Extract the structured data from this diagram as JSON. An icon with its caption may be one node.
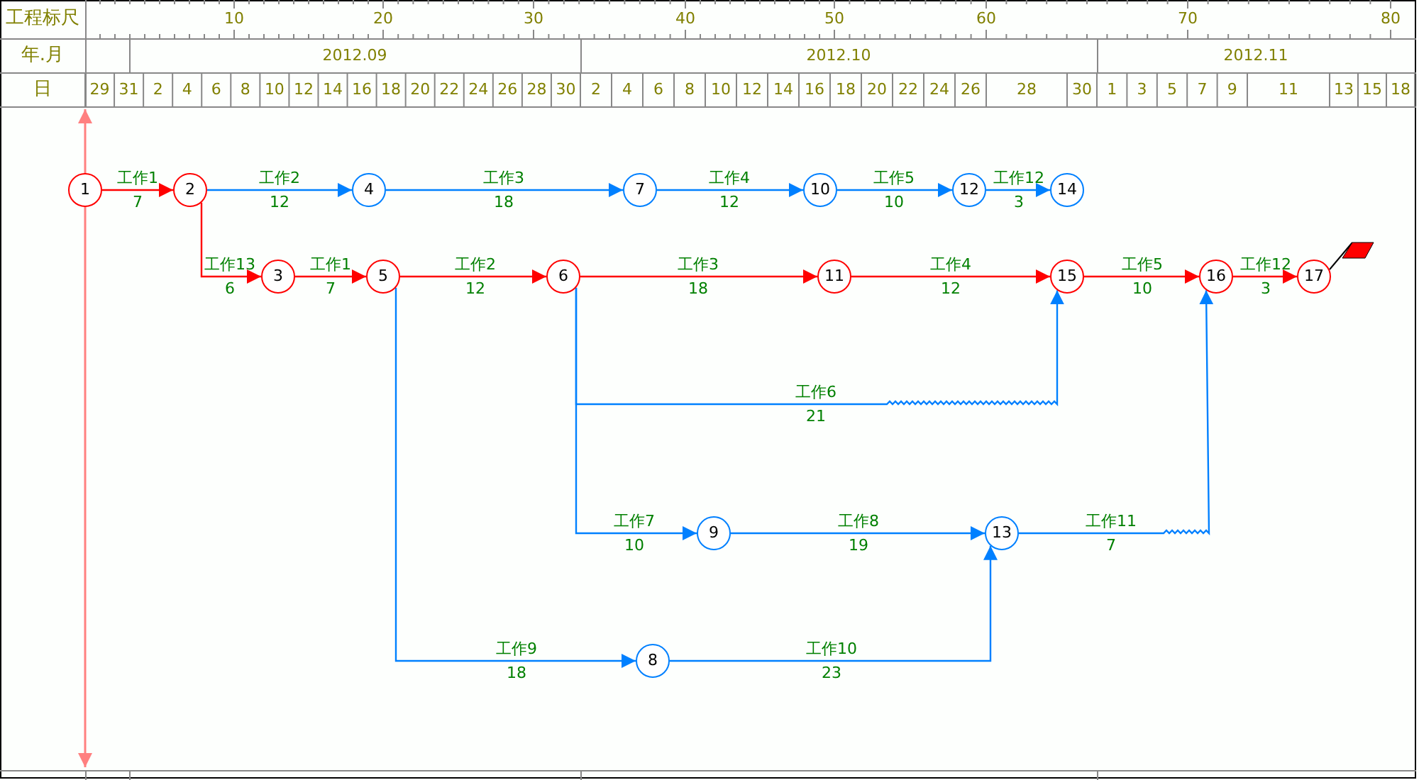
{
  "diagram": {
    "nodes": [
      {
        "text": [
          "1"
        ]
      },
      {
        "text": [
          "2"
        ]
      },
      {
        "text": [
          "3"
        ]
      },
      {
        "text": [
          "4"
        ]
      },
      {
        "text": [
          "5"
        ]
      },
      {
        "text": [
          "6"
        ]
      },
      {
        "text": [
          "7"
        ]
      },
      {
        "text": [
          "8"
        ]
      },
      {
        "text": [
          "9"
        ]
      },
      {
        "text": [
          "10"
        ]
      },
      {
        "text": [
          "11"
        ]
      },
      {
        "text": [
          "12"
        ]
      },
      {
        "text": [
          "13"
        ]
      },
      {
        "text": [
          "14"
        ]
      },
      {
        "text": [
          "15"
        ]
      },
      {
        "text": [
          "16"
        ]
      },
      {
        "text": [
          "17"
        ]
      }
    ],
    "edges": [
      {
        "from": 0,
        "to": 1,
        "arrow": "to",
        "label": "工作1 7",
        "color": "#ff0000"
      },
      {
        "from": 1,
        "to": 3,
        "arrow": "to",
        "label": "工作2 12"
      },
      {
        "from": 3,
        "to": 6,
        "arrow": "to",
        "label": "工作3 18"
      },
      {
        "from": 6,
        "to": 9,
        "arrow": "to",
        "label": "工作4 12"
      },
      {
        "from": 9,
        "to": 11,
        "arrow": "to",
        "label": "工作5 10"
      },
      {
        "from": 11,
        "to": 13,
        "arrow": "to",
        "label": "工作12 3"
      },
      {
        "from": 1,
        "to": 2,
        "arrow": "to",
        "label": "工作13 6",
        "color": "#ff0000"
      },
      {
        "from": 2,
        "to": 4,
        "arrow": "to",
        "label": "工作1 7",
        "color": "#ff0000"
      },
      {
        "from": 4,
        "to": 5,
        "arrow": "to",
        "label": "工作2 12",
        "color": "#ff0000"
      },
      {
        "from": 5,
        "to": 10,
        "arrow": "to",
        "label": "工作3 18",
        "color": "#ff0000"
      },
      {
        "from": 10,
        "to": 14,
        "arrow": "to",
        "label": "工作4 12",
        "color": "#ff0000"
      },
      {
        "from": 14,
        "to": 15,
        "arrow": "to",
        "label": "工作5 10",
        "color": "#ff0000"
      },
      {
        "from": 15,
        "to": 16,
        "arrow": "to",
        "label": "工作12 3",
        "color": "#ff0000"
      },
      {
        "from": 5,
        "to": 14,
        "arrow": "to",
        "label": "工作6 21"
      },
      {
        "from": 5,
        "to": 8,
        "arrow": "to",
        "label": "工作7 10"
      },
      {
        "from": 8,
        "to": 12,
        "arrow": "to",
        "label": "工作8 19"
      },
      {
        "from": 12,
        "to": 15,
        "arrow": "to",
        "label": "工作11 7"
      },
      {
        "from": 4,
        "to": 7,
        "arrow": "to",
        "label": "工作9 18"
      },
      {
        "from": 7,
        "to": 12,
        "arrow": "to",
        "label": "工作10 23"
      }
    ],
    "labels": [
      "工程标尺",
      "10",
      "20",
      "30",
      "40",
      "50",
      "60",
      "70",
      "80",
      "年.月",
      "2012.09",
      "2012.10",
      "2012.11",
      "日",
      "29",
      "31",
      "2",
      "4",
      "6",
      "8",
      "10",
      "12",
      "14",
      "16",
      "18",
      "20",
      "22",
      "24",
      "26",
      "28",
      "30",
      "2",
      "4",
      "6",
      "8",
      "10",
      "12",
      "14",
      "16",
      "18",
      "20",
      "22",
      "24",
      "26",
      "28",
      "30",
      "1",
      "3",
      "5",
      "7",
      "9",
      "11",
      "13",
      "15",
      "18"
    ]
  }
}
